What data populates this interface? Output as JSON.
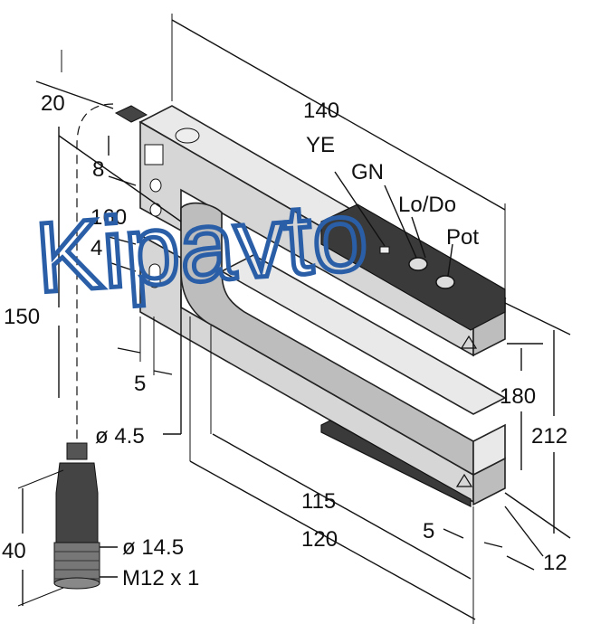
{
  "watermark": "Kipavto",
  "dimensions": {
    "d20": "20",
    "d140": "140",
    "d8": "8",
    "d160": "160",
    "d4": "4",
    "d150": "150",
    "d5_left": "5",
    "d180": "180",
    "d212": "212",
    "d_hole": "ø 4.5",
    "d115": "115",
    "d120": "120",
    "d5_right": "5",
    "d12": "12",
    "d40": "40",
    "d_conn_dia": "ø 14.5",
    "d_thread": "M12 x 1"
  },
  "labels": {
    "ye": "YE",
    "gn": "GN",
    "lo_do": "Lo/Do",
    "pot": "Pot"
  }
}
